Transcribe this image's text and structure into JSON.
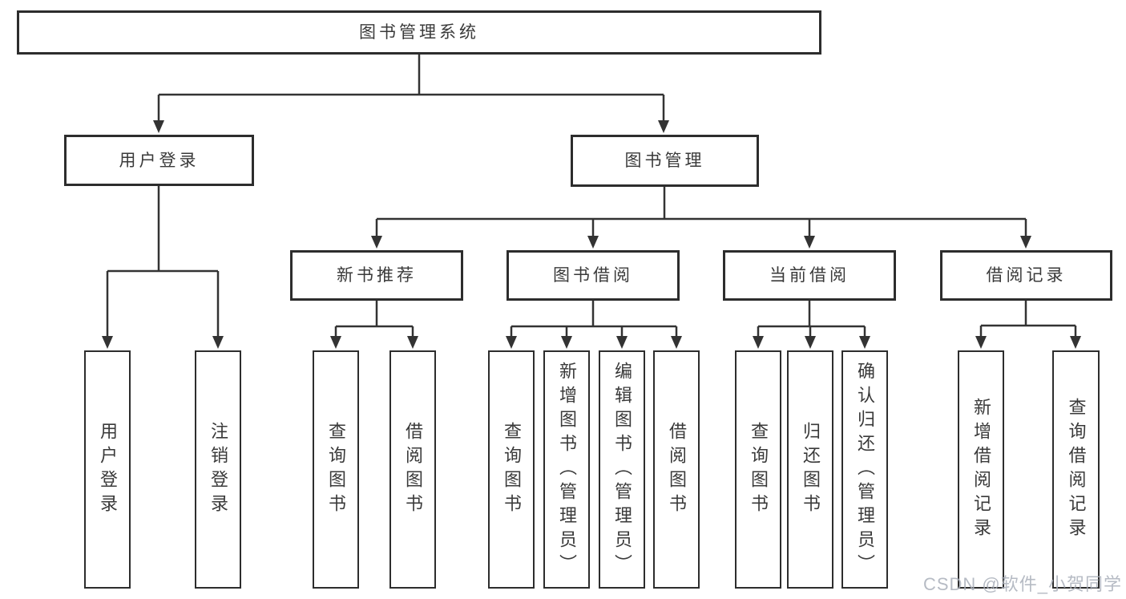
{
  "diagram_type": "hierarchy-tree",
  "colors": {
    "line": "#333333",
    "box_border": "#2d2d2d",
    "text": "#3a3a3a",
    "background": "#ffffff",
    "watermark": "#a9afba"
  },
  "tree": {
    "root": {
      "label": "图书管理系统",
      "children": [
        {
          "label": "用户登录",
          "children": [
            {
              "label": "用户登录"
            },
            {
              "label": "注销登录"
            }
          ]
        },
        {
          "label": "图书管理",
          "children": [
            {
              "label": "新书推荐",
              "children": [
                {
                  "label": "查询图书"
                },
                {
                  "label": "借阅图书"
                }
              ]
            },
            {
              "label": "图书借阅",
              "children": [
                {
                  "label": "查询图书"
                },
                {
                  "label": "新增图书（管理员）"
                },
                {
                  "label": "编辑图书（管理员）"
                },
                {
                  "label": "借阅图书"
                }
              ]
            },
            {
              "label": "当前借阅",
              "children": [
                {
                  "label": "查询图书"
                },
                {
                  "label": "归还图书"
                },
                {
                  "label": "确认归还（管理员）"
                }
              ]
            },
            {
              "label": "借阅记录",
              "children": [
                {
                  "label": "新增借阅记录"
                },
                {
                  "label": "查询借阅记录"
                }
              ]
            }
          ]
        }
      ]
    }
  },
  "watermark": {
    "text": "CSDN @软件_小贺同学"
  }
}
